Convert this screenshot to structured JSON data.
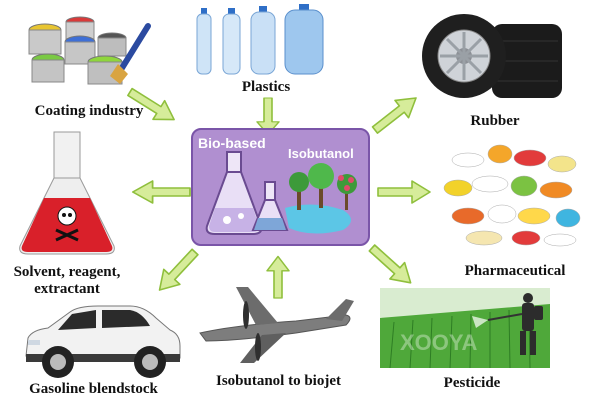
{
  "labels": {
    "coating": "Coating industry",
    "plastics": "Plastics",
    "rubber": "Rubber",
    "solvent": "Solvent, reagent, extractant",
    "pharmaceutical": "Pharmaceutical",
    "gasoline": "Gasoline blendstock",
    "biojet": "Isobutanol to biojet",
    "pesticide": "Pesticide"
  },
  "center": {
    "left_title": "Bio-based",
    "right_title": "Isobutanol"
  },
  "watermark": "XOOYA",
  "colors": {
    "center_fill": "#b08fd0",
    "center_border": "#7a55a8",
    "arrow_fill": "#d6ec9a",
    "arrow_stroke": "#8fbf3c"
  }
}
